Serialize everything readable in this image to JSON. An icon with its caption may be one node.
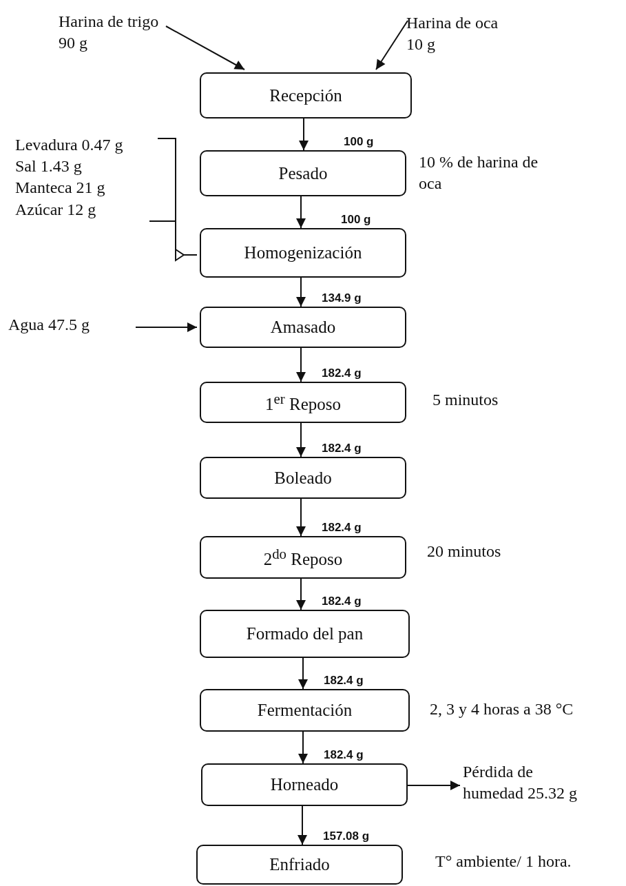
{
  "diagram": {
    "nodes": [
      {
        "text": [
          "Harina de trigo 90 g"
        ]
      },
      {
        "text": [
          "Harina de oca 10 g"
        ]
      },
      {
        "text": [
          "Recepción"
        ]
      },
      {
        "text": [
          "Pesado"
        ],
        "beside": [
          "10 % de harina de oca"
        ]
      },
      {
        "text": [
          "Levadura 0.47 g",
          "Sal 1.43 g",
          "Manteca 21 g",
          "Azúcar 12 g"
        ]
      },
      {
        "text": [
          "Homogenización"
        ]
      },
      {
        "text": [
          "Agua 47.5 g"
        ]
      },
      {
        "text": [
          "Amasado"
        ]
      },
      {
        "text": [
          "1$^{er}$ Reposo"
        ],
        "beside": [
          "5 minutos"
        ]
      },
      {
        "text": [
          "Boleado"
        ]
      },
      {
        "text": [
          "2$^{do}$ Reposo"
        ],
        "beside": [
          "20 minutos"
        ]
      },
      {
        "text": [
          "Formado del pan"
        ]
      },
      {
        "text": [
          "Fermentación"
        ],
        "beside": [
          "2, 3 y 4 horas a 38 °C"
        ]
      },
      {
        "text": [
          "Horneado"
        ]
      },
      {
        "text": [
          "Pérdida de humedad 25.32 g"
        ]
      },
      {
        "text": [
          "Enfriado"
        ],
        "beside": [
          "T° ambiente/ 1 hora."
        ]
      }
    ],
    "edges": [
      {
        "from": 0,
        "to": 2,
        "arrow": "to"
      },
      {
        "from": 1,
        "to": 2,
        "arrow": "to"
      },
      {
        "from": 2,
        "to": 3,
        "arrow": "to",
        "label": "100 g"
      },
      {
        "from": 3,
        "to": 5,
        "arrow": "to",
        "label": "100 g"
      },
      {
        "from": 4,
        "to": 5,
        "arrow": "none"
      },
      {
        "from": 5,
        "to": 7,
        "arrow": "to",
        "label": "134.9 g"
      },
      {
        "from": 6,
        "to": 7,
        "arrow": "to"
      },
      {
        "from": 7,
        "to": 8,
        "arrow": "to",
        "label": "182.4 g"
      },
      {
        "from": 8,
        "to": 9,
        "arrow": "to",
        "label": "182.4 g"
      },
      {
        "from": 9,
        "to": 10,
        "arrow": "to",
        "label": "182.4 g"
      },
      {
        "from": 10,
        "to": 11,
        "arrow": "to",
        "label": "182.4 g"
      },
      {
        "from": 11,
        "to": 12,
        "arrow": "to",
        "label": "182.4 g"
      },
      {
        "from": 12,
        "to": 13,
        "arrow": "to",
        "label": "182.4 g"
      },
      {
        "from": 13,
        "to": 14,
        "arrow": "to"
      },
      {
        "from": 13,
        "to": 15,
        "arrow": "to",
        "label": "157.08 g"
      }
    ]
  }
}
